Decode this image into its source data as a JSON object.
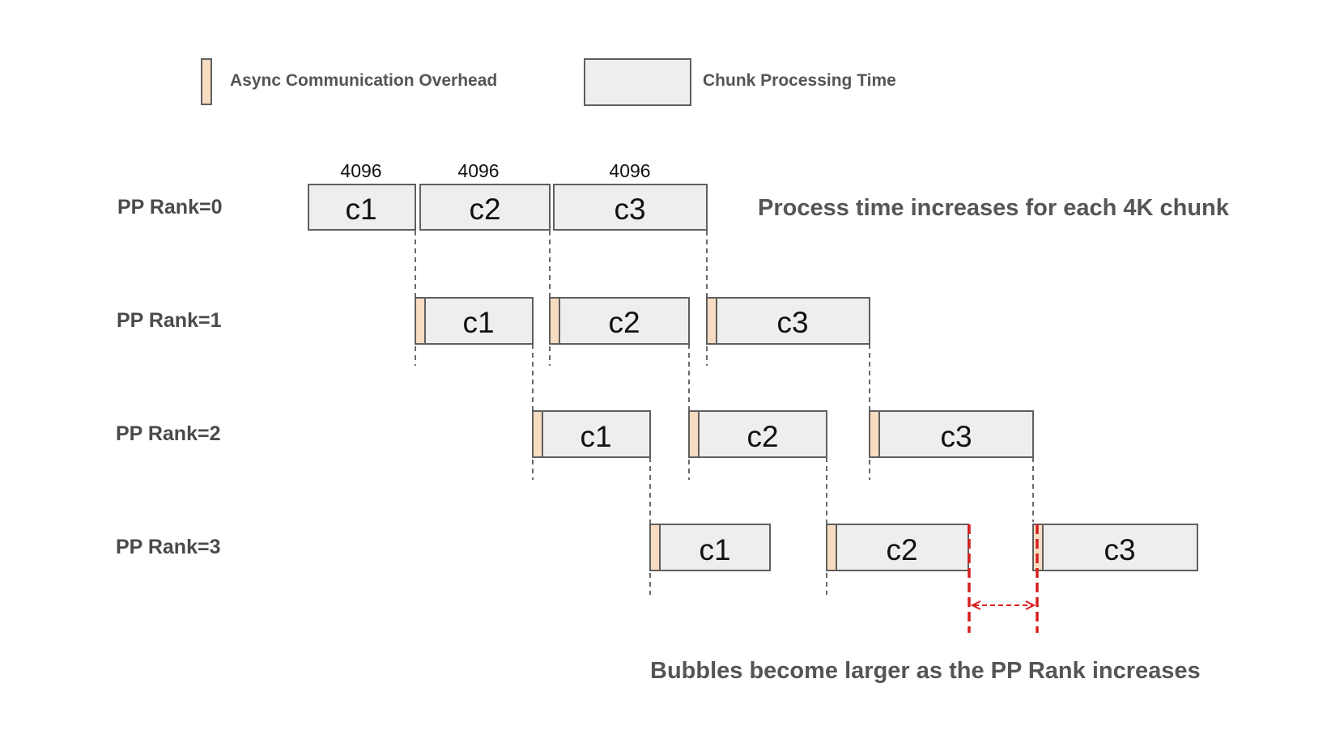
{
  "legend": {
    "overhead_label": "Async Communication Overhead",
    "chunk_label": "Chunk Processing Time",
    "overhead_color": "#f8dcc1",
    "chunk_color": "#eeeeee"
  },
  "ranks": [
    {
      "label": "PP Rank=0",
      "chunks": [
        {
          "label": "c1",
          "size": "4096"
        },
        {
          "label": "c2",
          "size": "4096"
        },
        {
          "label": "c3",
          "size": "4096"
        }
      ]
    },
    {
      "label": "PP Rank=1",
      "chunks": [
        {
          "label": "c1"
        },
        {
          "label": "c2"
        },
        {
          "label": "c3"
        }
      ]
    },
    {
      "label": "PP Rank=2",
      "chunks": [
        {
          "label": "c1"
        },
        {
          "label": "c2"
        },
        {
          "label": "c3"
        }
      ]
    },
    {
      "label": "PP Rank=3",
      "chunks": [
        {
          "label": "c1"
        },
        {
          "label": "c2"
        },
        {
          "label": "c3"
        }
      ]
    }
  ],
  "annotations": {
    "process_time": "Process time increases for each 4K chunk",
    "bubbles": "Bubbles become larger as the PP Rank increases"
  },
  "bubble_color": "#d62020"
}
